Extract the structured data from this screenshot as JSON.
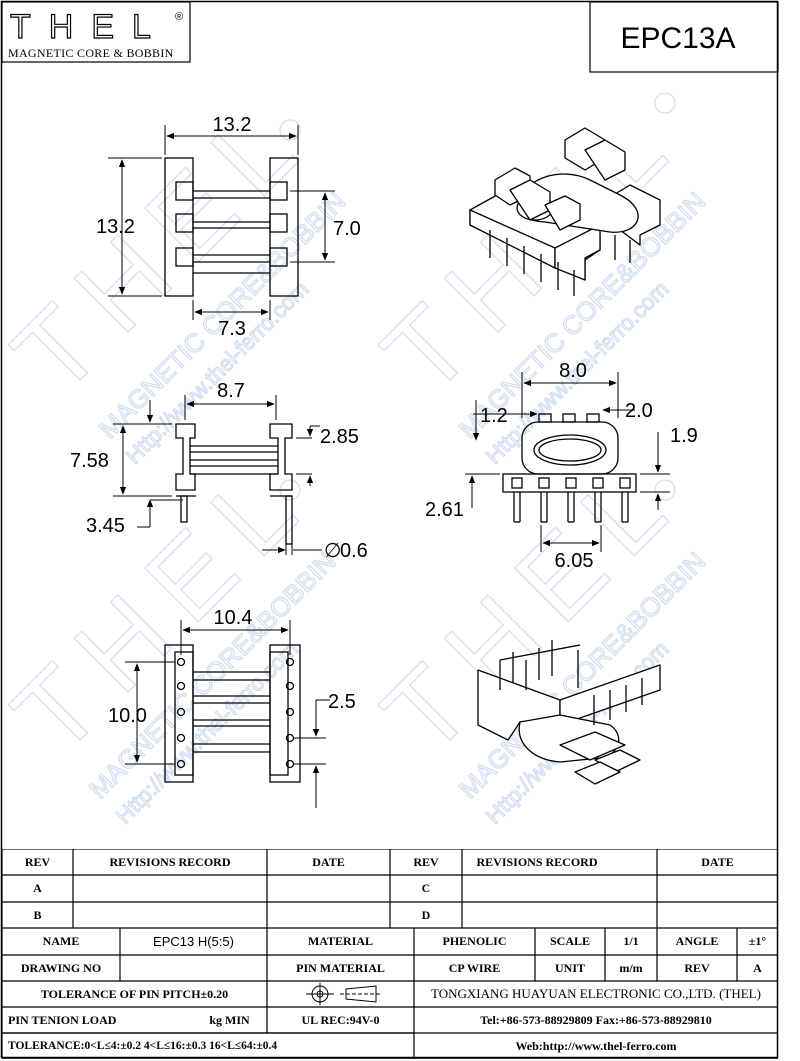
{
  "header": {
    "logo_text": "THEL",
    "logo_mark": "®",
    "logo_subtitle": "MAGNETIC CORE & BOBBIN",
    "part_number": "EPC13A"
  },
  "watermark": {
    "brand": "THEL",
    "line1": "MAGNETIC CORE&BOBBIN",
    "line2": "Http://www.thel-ferro.com",
    "mark": "®"
  },
  "dimensions": {
    "top_width": "13.2",
    "top_height": "13.2",
    "top_inner": "7.0",
    "top_bottom": "7.3",
    "side_width": "8.7",
    "side_height": "7.58",
    "side_flange": "2.85",
    "side_pin": "3.45",
    "pin_dia": "0.6",
    "front_width": "8.0",
    "front_left": "1.2",
    "front_right": "2.0",
    "front_height": "1.9",
    "front_pin": "2.61",
    "front_bottom": "6.05",
    "bottom_width": "10.4",
    "bottom_height": "10.0",
    "bottom_pitch": "2.5"
  },
  "title_block": {
    "rev_header": "REV",
    "revisions_header": "REVISIONS RECORD",
    "date_header": "DATE",
    "rev_rows": [
      "A",
      "B"
    ],
    "rev_rows_right": [
      "C",
      "D"
    ],
    "name_label": "NAME",
    "name_value": "EPC13 H(5:5)",
    "material_label": "MATERIAL",
    "material_value": "PHENOLIC",
    "scale_label": "SCALE",
    "scale_value": "1/1",
    "angle_label": "ANGLE",
    "angle_value": "±1°",
    "drawing_no_label": "DRAWING NO",
    "pin_material_label": "PIN MATERIAL",
    "pin_material_value": "CP WIRE",
    "unit_label": "UNIT",
    "unit_value": "m/m",
    "rev_label": "REV",
    "rev_value": "A",
    "tolerance_pitch": "TOLERANCE OF PIN PITCH±0.20",
    "company": "TONGXIANG HUAYUAN ELECTRONIC CO.,LTD.  (THEL)",
    "pin_tension_label": "PIN TENION LOAD",
    "pin_tension_unit": "kg MIN",
    "ul": "UL REC:94V-0",
    "tel": "Tel:+86-573-88929809 Fax:+86-573-88929810",
    "tolerance": "TOLERANCE:0<L≤4:±0.2  4<L≤16:±0.3  16<L≤64:±0.4",
    "web": "Web:http://www.thel-ferro.com"
  }
}
